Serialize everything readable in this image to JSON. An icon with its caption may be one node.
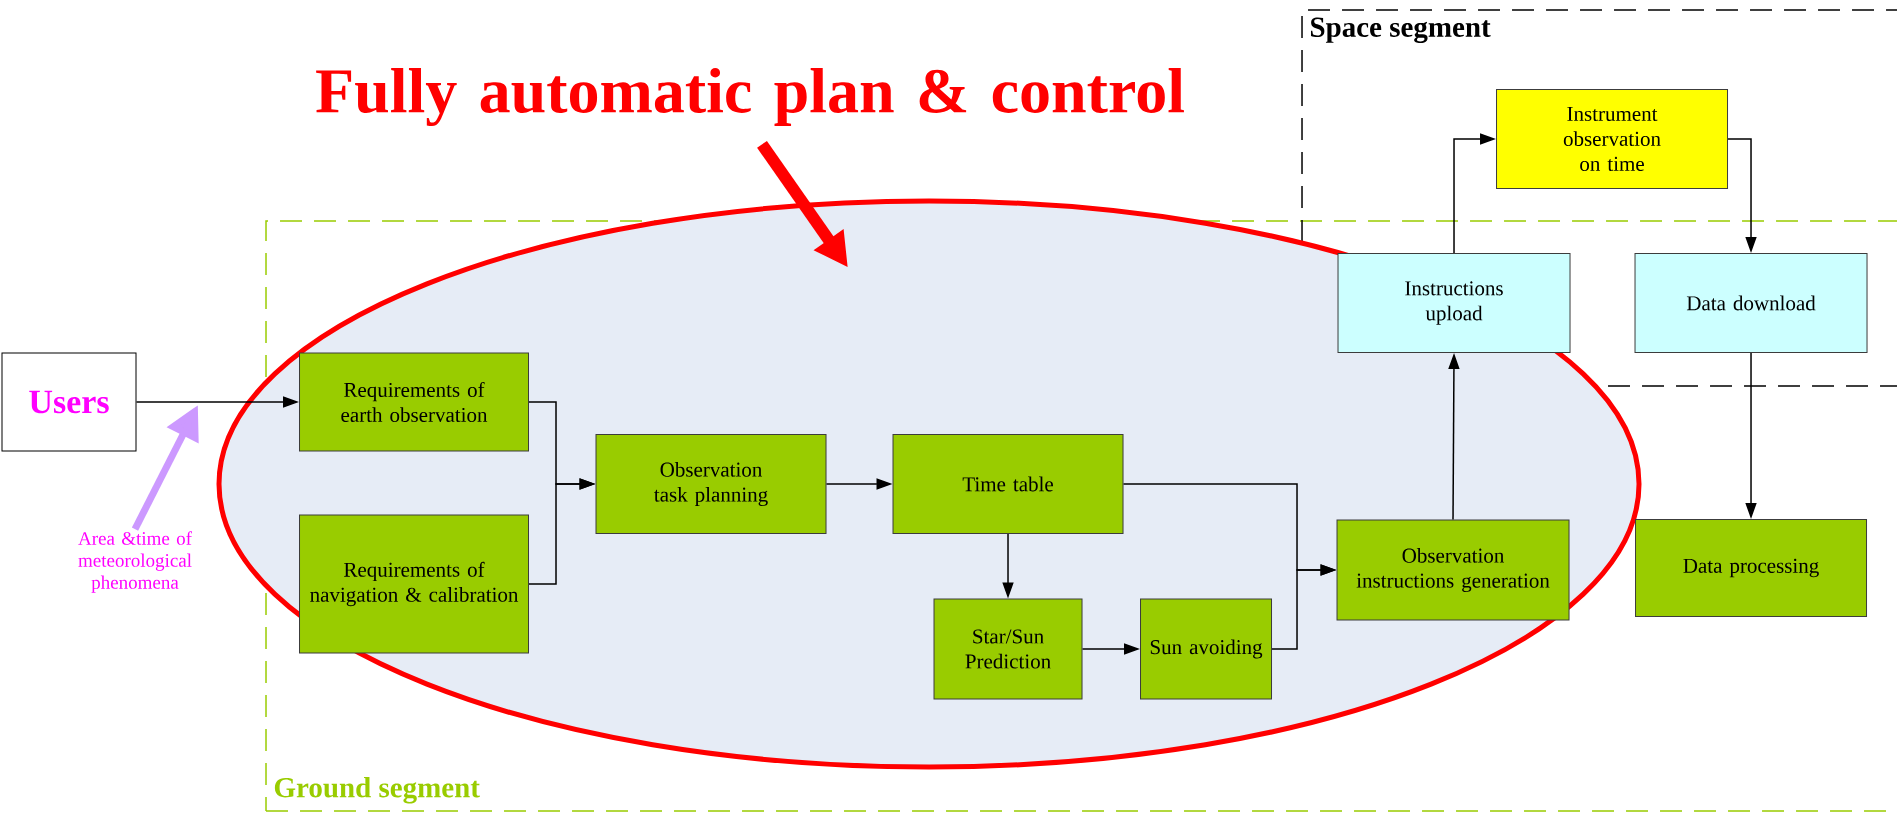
{
  "diagram": {
    "nodes": [
      {
        "text": [
          "Fully automatic plan & control"
        ]
      },
      {
        "text": [
          "Space segment"
        ]
      },
      {
        "text": [
          "Instrument observation on time"
        ],
        "in": 1
      },
      {
        "text": [
          "Ground segment"
        ]
      },
      {
        "text": [],
        "shape": "ellipse"
      },
      {
        "text": [
          "Users"
        ]
      },
      {
        "text": [
          "Requirements of earth observation"
        ],
        "in": 4
      },
      {
        "text": [
          "Requirements of navigation & calibration"
        ],
        "in": 4
      },
      {
        "text": [
          "Observation task planning"
        ],
        "in": 4
      },
      {
        "text": [
          "Time table"
        ],
        "in": 4
      },
      {
        "text": [
          "Star/Sun Prediction"
        ],
        "in": 4
      },
      {
        "text": [
          "Sun avoiding"
        ],
        "in": 4
      },
      {
        "text": [
          "Observation instructions generation"
        ],
        "in": 4
      },
      {
        "text": [
          "Instructions upload"
        ]
      },
      {
        "text": [
          "Data download"
        ]
      },
      {
        "text": [
          "Data processing"
        ],
        "in": 3
      },
      {
        "text": [
          "Area &time of meteorological phenomena"
        ]
      }
    ],
    "edges": [
      {
        "from": 0,
        "to": 4,
        "arrow": "to",
        "style": "thick",
        "color": "#ff0000"
      },
      {
        "from": 5,
        "to": 6,
        "arrow": "to"
      },
      {
        "from": 6,
        "to": 8,
        "arrow": "to"
      },
      {
        "from": 7,
        "to": 8,
        "arrow": "to"
      },
      {
        "from": 8,
        "to": 9,
        "arrow": "to"
      },
      {
        "from": 9,
        "to": 10,
        "arrow": "to"
      },
      {
        "from": 10,
        "to": 11,
        "arrow": "to"
      },
      {
        "from": 9,
        "to": 12,
        "arrow": "to"
      },
      {
        "from": 11,
        "to": 12,
        "arrow": "to"
      },
      {
        "from": 12,
        "to": 13,
        "arrow": "to"
      },
      {
        "from": 13,
        "to": 2,
        "arrow": "to"
      },
      {
        "from": 2,
        "to": 14,
        "arrow": "to"
      },
      {
        "from": 14,
        "to": 15,
        "arrow": "to"
      },
      {
        "from": 16,
        "to": null,
        "arrow": "to",
        "style": "thick",
        "color": "#cc99ff"
      }
    ]
  }
}
